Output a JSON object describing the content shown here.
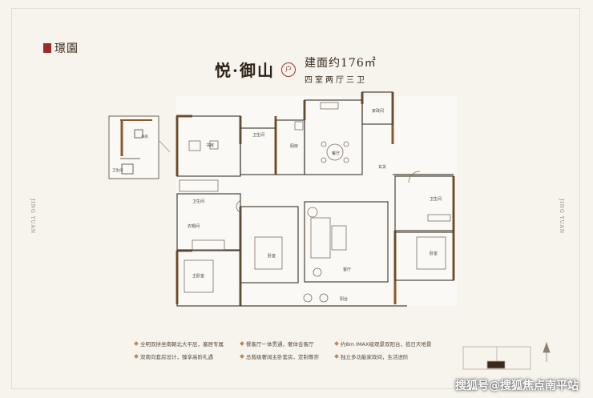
{
  "brand": {
    "name": "璟園"
  },
  "title": {
    "main": "悦·御山",
    "stamp": "户",
    "area": "建面约176㎡",
    "layout": "四室两厅三卫"
  },
  "side_labels": {
    "left": "JING YUAN",
    "right": "JING YUAN"
  },
  "rooms": {
    "study": "书房",
    "bath1": "卫生间",
    "kitchen": "厨房",
    "dining": "餐厅",
    "entrance": "玄关",
    "laundry": "家政间",
    "bath2": "卫生间",
    "cloakroom": "衣帽间",
    "master": "主卧室",
    "bedroom": "卧室",
    "living": "客厅",
    "bedroom2": "卧室",
    "bath3": "卫生间",
    "balcony": "阳台",
    "inset_study": "书房",
    "inset_bath": "卫生间"
  },
  "features": [
    "全明双拼坐南朝北大平层，塞居专属",
    "餐客厅一体贯通，奢体会客厅",
    "约8m IMAX级观景双阳台，揽日天地景",
    "双南向套房设计，臻享高阶礼遇",
    "总裁级奢阔主卧套房，定制尊崇",
    "独立多功能家政间，生活进阶"
  ],
  "watermark": "搜狐号@搜狐焦点南平站"
}
